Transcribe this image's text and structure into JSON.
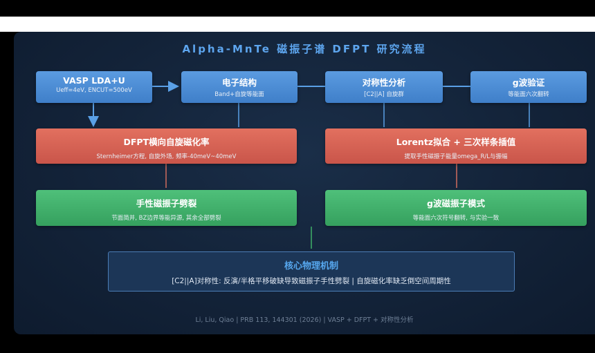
{
  "title": "Alpha-MnTe 磁振子谱 DFPT 研究流程",
  "nodes": {
    "vasp": {
      "title": "VASP LDA+U",
      "subtitle": "Ueff=4eV, ENCUT=500eV"
    },
    "electronic": {
      "title": "电子结构",
      "subtitle": "Band+自旋等能面"
    },
    "symmetry": {
      "title": "对称性分析",
      "subtitle": "[C2||A] 自旋群"
    },
    "gwave": {
      "title": "g波验证",
      "subtitle": "等能面六次翻转"
    },
    "dfpt": {
      "title": "DFPT横向自旋磁化率",
      "subtitle": "Sternheimer方程, 自旋外场, 频率-40meV~40meV"
    },
    "lorentz": {
      "title": "Lorentz拟合 + 三次样条插值",
      "subtitle": "提取手性磁振子能量omega_R/L与振幅"
    },
    "chiral": {
      "title": "手性磁振子劈裂",
      "subtitle": "节面简并, BZ边界等能异源, 其余全部劈裂"
    },
    "gmode": {
      "title": "g波磁振子模式",
      "subtitle": "等能面六次符号翻转, 与实验一致"
    }
  },
  "core": {
    "title": "核心物理机制",
    "subtitle": "[C2||A]对称性: 反演/半格平移破缺导致磁振子手性劈裂 | 自旋磁化率缺乏倒空间周期性"
  },
  "footer": "Li, Liu, Qiao | PRB 113, 144301 (2026) | VASP + DFPT + 对称性分析",
  "colors": {
    "blue": "#4a8bd6",
    "red": "#d6604f",
    "green": "#3fb068",
    "title": "#5da5ee"
  }
}
